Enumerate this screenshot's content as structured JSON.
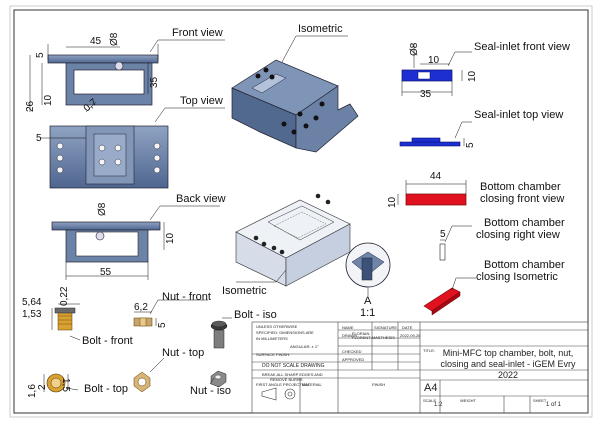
{
  "views": {
    "front": "Front view",
    "isometric": "Isometric",
    "top": "Top view",
    "back": "Back view",
    "isometric2": "Isometric",
    "detail_letter": "A",
    "detail_scale": "1:1",
    "seal_front": "Seal-inlet front view",
    "seal_top": "Seal-inlet top view",
    "bottom_front_1": "Bottom chamber",
    "bottom_front_2": "closing front view",
    "bottom_right_1": "Bottom chamber",
    "bottom_right_2": "closing right view",
    "bottom_iso_1": "Bottom chamber",
    "bottom_iso_2": "closing Isometric",
    "nut_front": "Nut - front",
    "bolt_iso": "Bolt - iso",
    "bolt_front": "Bolt - front",
    "nut_top": "Nut - top",
    "bolt_top": "Bolt - top",
    "nut_iso": "Nut - iso"
  },
  "dims": {
    "front_45": "45",
    "front_d8": "Ø8",
    "front_5": "5",
    "front_35": "35",
    "front_26": "26",
    "front_10": "10",
    "front_7": "0,7",
    "top_5": "5",
    "back_d8": "Ø8",
    "back_10": "10",
    "back_55": "55",
    "seal_d8": "Ø8",
    "seal_10": "10",
    "seal_10v": "10",
    "seal_35": "35",
    "seal_top_5": "5",
    "bottom_44": "44",
    "bottom_10": "10",
    "bottom_right_5": "5",
    "bolt_564": "5,64",
    "bolt_153": "1,53",
    "bolt_022": "0,22",
    "nut_62": "6,2",
    "nut_5": "5",
    "bolt_top_15": "1,5",
    "bolt_top_2": "2",
    "bolt_top_16": "1,6"
  },
  "titleblock": {
    "unless": "UNLESS OTHERWISE",
    "specified": "SPECIFIED: DIMENSIONS ARE",
    "mm": "IN MILLIMETERS",
    "angular": "ANGULAR: ± 1°",
    "surface": "SURFACE FINISH:",
    "do_not_scale": "DO NOT SCALE DRAWING",
    "break_edges": "BREAK ALL SHARP EDGES AND",
    "remove_burrs": "REMOVE BURRS",
    "projection": "FIRST ANGLE PROJECTION",
    "material": "MATERIAL",
    "finish": "FINISH",
    "name": "NAME",
    "signature": "SIGNATURE",
    "date": "DATE",
    "drawn": "DRAWN",
    "drawn_name": "FLORIAN",
    "drawn_name2": "FLORENT-MASTHESIS",
    "drawn_date": "2022-09-26",
    "checked": "CHECKED",
    "approved": "APPROVED",
    "title_label": "TITLE:",
    "title": "Mini-MFC top chamber, bolt, nut, closing and seal-inlet - iGEM Evry 2022",
    "size": "A4",
    "scale_label": "SCALE",
    "scale": "1:2",
    "weight": "WEIGHT",
    "sheet_label": "SHEET",
    "sheet": "1 of 1"
  }
}
